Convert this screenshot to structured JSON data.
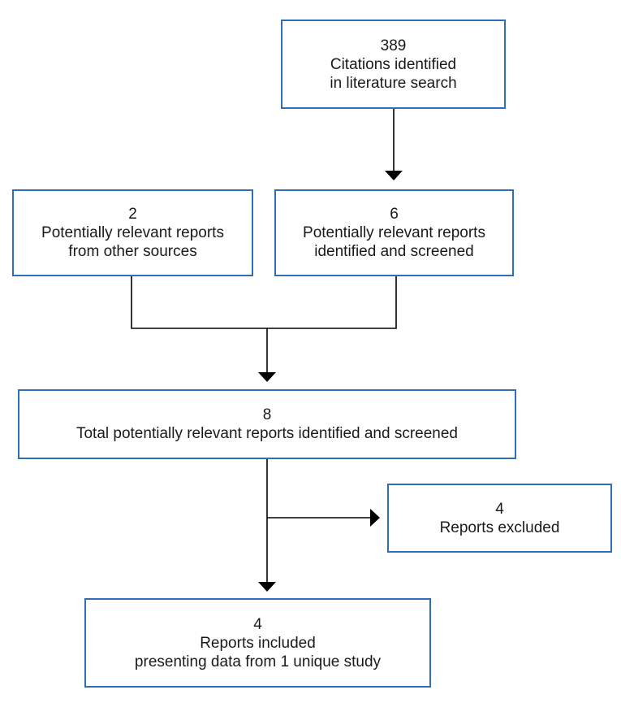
{
  "diagram": {
    "boxes": {
      "search": {
        "count": "389",
        "lines": [
          "Citations identified",
          "in literature search"
        ]
      },
      "other": {
        "count": "2",
        "lines": [
          "Potentially relevant reports",
          "from other sources"
        ]
      },
      "screened": {
        "count": "6",
        "lines": [
          "Potentially relevant reports",
          "identified and screened"
        ]
      },
      "total": {
        "count": "8",
        "lines": [
          "Total potentially relevant reports identified and screened"
        ]
      },
      "excluded": {
        "count": "4",
        "lines": [
          "Reports excluded"
        ]
      },
      "included": {
        "count": "4",
        "lines": [
          "Reports included",
          "presenting data from 1 unique study"
        ]
      }
    },
    "colors": {
      "box_border": "#2f6eb5",
      "connector": "#000000",
      "text": "#1a1a1a"
    }
  }
}
